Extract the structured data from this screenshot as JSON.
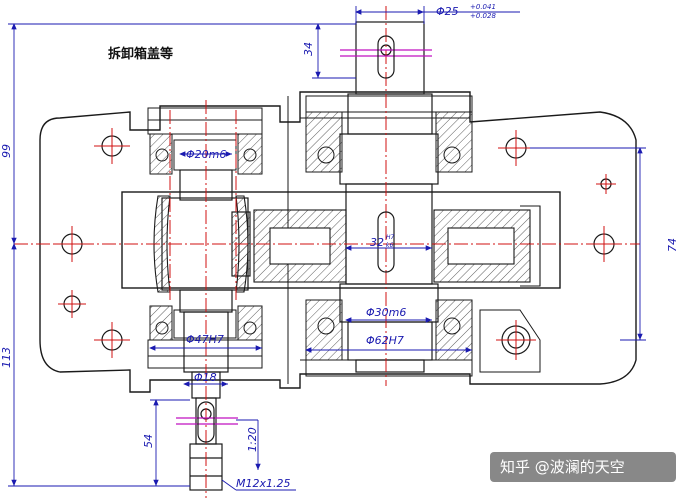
{
  "title": "拆卸箱盖等",
  "dimensions": {
    "d_top_shaft": "Φ25",
    "d_top_tol_upper": "+0.041",
    "d_top_tol_lower": "+0.028",
    "len_34": "34",
    "d_20m6": "Φ20m6",
    "d_32": "32",
    "d_32_tol_a": "H7",
    "d_32_tol_b": "k6",
    "d_30m6": "Φ30m6",
    "d_62H7": "Φ62H7",
    "d_47H7": "Φ47H7",
    "d_18": "Φ18",
    "len_99": "99",
    "len_113": "113",
    "len_74": "74",
    "len_54": "54",
    "slope": "1:20",
    "thread": "M12x1.25"
  },
  "watermark": "知乎 @波澜的天空",
  "colors": {
    "outline": "#1a1a1a",
    "dimension": "#1a1ab0",
    "center": "#d01010",
    "key": "#c010c0",
    "watermark_bg": "#6a6a6a"
  }
}
